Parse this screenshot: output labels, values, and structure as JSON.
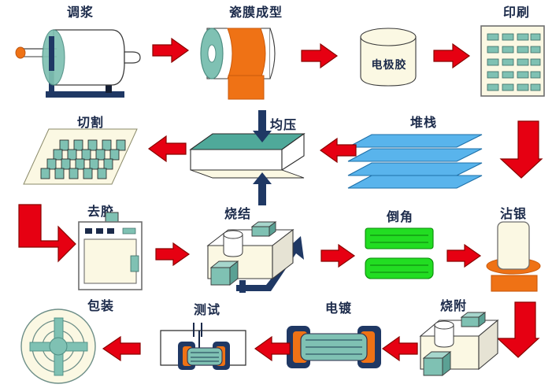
{
  "diagram": {
    "title_present": false,
    "background_color": "#ffffff",
    "arrow_color": "#e60012",
    "arrow_color_dark": "#c00000",
    "press_arrow_color": "#1f3864",
    "label_color": "#1b2a4a",
    "accent_teal": "#6fb8aa",
    "accent_orange": "#ef7215",
    "accent_blue": "#4da6e8",
    "accent_green": "#22dd22",
    "accent_cream": "#fbf8e3",
    "accent_navy": "#1f3864"
  },
  "steps": [
    {
      "id": "slurry",
      "label": "调浆",
      "row": 1,
      "order": 1
    },
    {
      "id": "casting",
      "label": "瓷膜成型",
      "row": 1,
      "order": 2
    },
    {
      "id": "paste",
      "label": "电极胶",
      "row": 1,
      "order": 3
    },
    {
      "id": "printing",
      "label": "印刷",
      "row": 1,
      "order": 4
    },
    {
      "id": "stacking",
      "label": "堆栈",
      "row": 2,
      "order": 5
    },
    {
      "id": "pressing",
      "label": "均压",
      "row": 2,
      "order": 6
    },
    {
      "id": "cutting",
      "label": "切割",
      "row": 2,
      "order": 7
    },
    {
      "id": "debinding",
      "label": "去胶",
      "row": 3,
      "order": 8
    },
    {
      "id": "sintering",
      "label": "烧结",
      "row": 3,
      "order": 9
    },
    {
      "id": "chamfering",
      "label": "倒角",
      "row": 3,
      "order": 10
    },
    {
      "id": "silvering",
      "label": "沾银",
      "row": 3,
      "order": 11
    },
    {
      "id": "firing",
      "label": "烧附",
      "row": 4,
      "order": 12
    },
    {
      "id": "plating",
      "label": "电镀",
      "row": 4,
      "order": 13
    },
    {
      "id": "testing",
      "label": "测试",
      "row": 4,
      "order": 14
    },
    {
      "id": "packaging",
      "label": "包装",
      "row": 4,
      "order": 15
    }
  ],
  "labels": {
    "slurry": "调浆",
    "casting": "瓷膜成型",
    "paste": "电极胶",
    "printing": "印刷",
    "stacking": "堆栈",
    "pressing": "均压",
    "cutting": "切割",
    "debinding": "去胶",
    "sintering": "烧结",
    "chamfering": "倒角",
    "silvering": "沾银",
    "firing": "烧附",
    "plating": "电镀",
    "testing": "测试",
    "packaging": "包装"
  },
  "printing_grid": {
    "rows": 5,
    "cols": 4
  },
  "stacking_layers": 4,
  "cutting_grid": {
    "rows": 4,
    "cols": 5
  },
  "chamfering_bars": 2
}
